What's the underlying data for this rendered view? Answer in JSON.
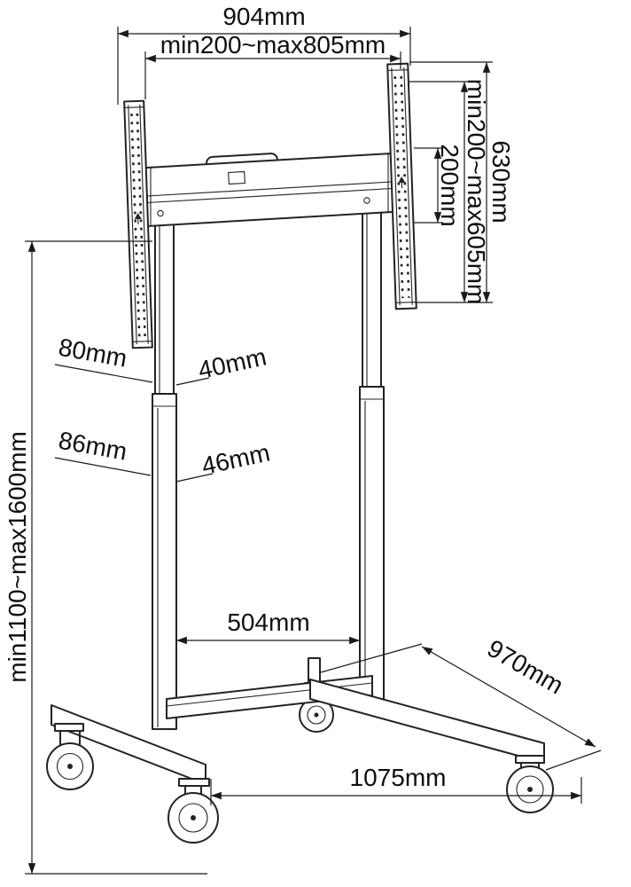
{
  "page": {
    "background": "#ffffff",
    "line_color": "#232323",
    "text_color": "#0f0f0f"
  },
  "diagram": {
    "kind": "technical-dimension-drawing",
    "subject": "mobile-tv-cart-with-casters",
    "labels": {
      "overall_width": "904mm",
      "vesa_width_range": "min200~max805mm",
      "bracket_height": "630mm",
      "vesa_height_range": "min200~max605mm",
      "plate_height": "200mm",
      "overall_height_range": "min1100~max1600mm",
      "upper_column_depth": "80mm",
      "upper_column_width": "40mm",
      "lower_column_depth": "86mm",
      "lower_column_width": "46mm",
      "column_spacing": "504mm",
      "base_depth": "970mm",
      "base_width": "1075mm"
    }
  }
}
